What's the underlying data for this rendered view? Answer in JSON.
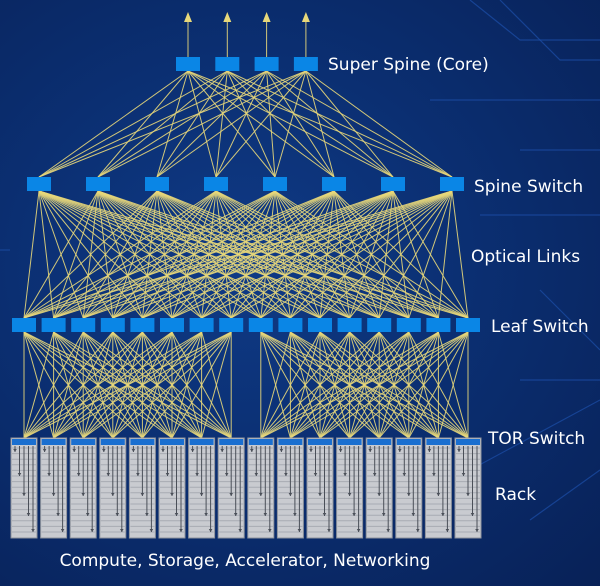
{
  "labels": {
    "super_spine": "Super Spine (Core)",
    "spine": "Spine Switch",
    "optical": "Optical Links",
    "leaf": "Leaf Switch",
    "tor": "TOR Switch",
    "rack": "Rack",
    "caption": "Compute, Storage, Accelerator, Networking"
  },
  "topology": {
    "super_spine_count": 4,
    "spine_count": 8,
    "leaf_count": 16,
    "rack_count": 16,
    "leaf_groups": 2,
    "uplink_arrows": 4
  },
  "colors": {
    "switch": "#0a86e6",
    "link": "#e8d87a",
    "rack_body": "#c9cbd0",
    "rack_tor": "#1a6fd0",
    "text": "#ffffff"
  }
}
